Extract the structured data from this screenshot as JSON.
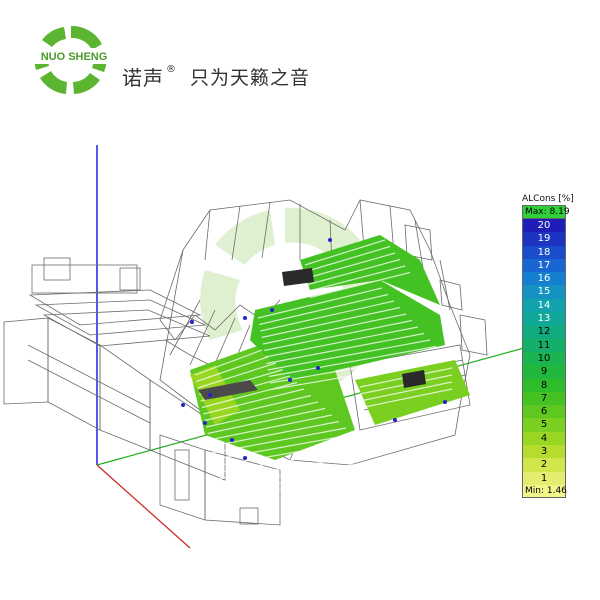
{
  "brand": {
    "logo_text": "NUO SHENG",
    "name_cn": "诺声",
    "reg_mark": "®",
    "slogan": "只为天籁之音",
    "colors": {
      "green": "#5cb531",
      "light_green": "#a4d67e"
    }
  },
  "legend": {
    "title": "ALCons [%]",
    "max_label": "Max: 8.19",
    "min_label": "Min: 1.46",
    "scale": [
      {
        "label": "20",
        "color": "#1f1cb8"
      },
      {
        "label": "19",
        "color": "#1d33c2"
      },
      {
        "label": "18",
        "color": "#1a4dcc"
      },
      {
        "label": "17",
        "color": "#1866d2"
      },
      {
        "label": "16",
        "color": "#1680d0"
      },
      {
        "label": "15",
        "color": "#1493c2"
      },
      {
        "label": "14",
        "color": "#12a4ad"
      },
      {
        "label": "13",
        "color": "#10a898"
      },
      {
        "label": "12",
        "color": "#10ac80"
      },
      {
        "label": "11",
        "color": "#14b068"
      },
      {
        "label": "10",
        "color": "#1bb452"
      },
      {
        "label": "9",
        "color": "#22b83e"
      },
      {
        "label": "8",
        "color": "#2cbc2c"
      },
      {
        "label": "7",
        "color": "#44c224"
      },
      {
        "label": "6",
        "color": "#5ec820"
      },
      {
        "label": "5",
        "color": "#7bcf20"
      },
      {
        "label": "4",
        "color": "#98d622"
      },
      {
        "label": "3",
        "color": "#b6dd2e"
      },
      {
        "label": "2",
        "color": "#d2e54a"
      },
      {
        "label": "1",
        "color": "#e6ec6e"
      }
    ]
  },
  "scene": {
    "axis_colors": {
      "x": "#d02020",
      "y": "#1fb01f",
      "z": "#2020e0"
    },
    "wire_color": "#6b6b6b",
    "seat_colors": [
      "#44c224",
      "#5ec820",
      "#7bcf20",
      "#98d622"
    ],
    "marker_color": "#2323c8"
  }
}
